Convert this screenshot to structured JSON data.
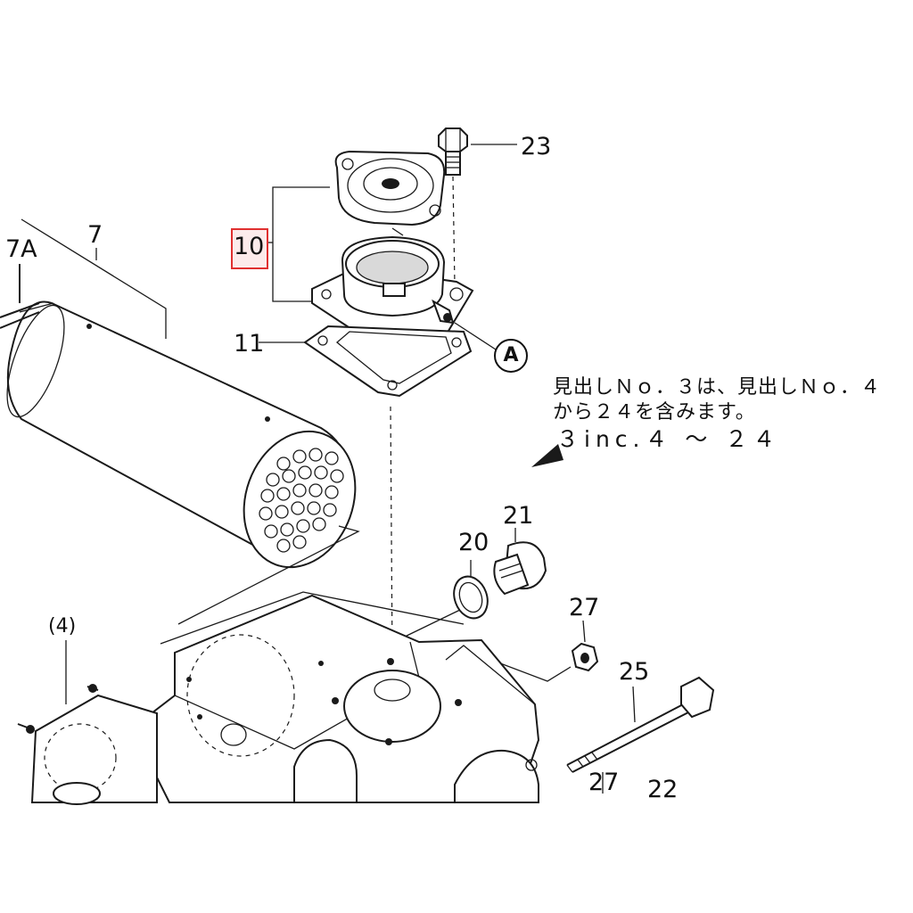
{
  "diagram": {
    "callouts": [
      {
        "id": "part-23",
        "label": "23"
      },
      {
        "id": "part-10",
        "label": "10",
        "highlighted": true
      },
      {
        "id": "part-11",
        "label": "11"
      },
      {
        "id": "part-7",
        "label": "7"
      },
      {
        "id": "part-7a",
        "label": "7A"
      },
      {
        "id": "part-21",
        "label": "21"
      },
      {
        "id": "part-20",
        "label": "20"
      },
      {
        "id": "part-27-top",
        "label": "27"
      },
      {
        "id": "part-25",
        "label": "25"
      },
      {
        "id": "part-27-bottom",
        "label": "27"
      },
      {
        "id": "part-22",
        "label": "22"
      },
      {
        "id": "part-4",
        "label": "(4)"
      }
    ],
    "reference_marker": "A",
    "note": {
      "line1": "見出しＮｏ．３は、見出しＮｏ．４",
      "line2": "から２４を含みます。",
      "line3": "３inc.４ ～ ２４"
    },
    "highlight_color": "#e03030"
  }
}
